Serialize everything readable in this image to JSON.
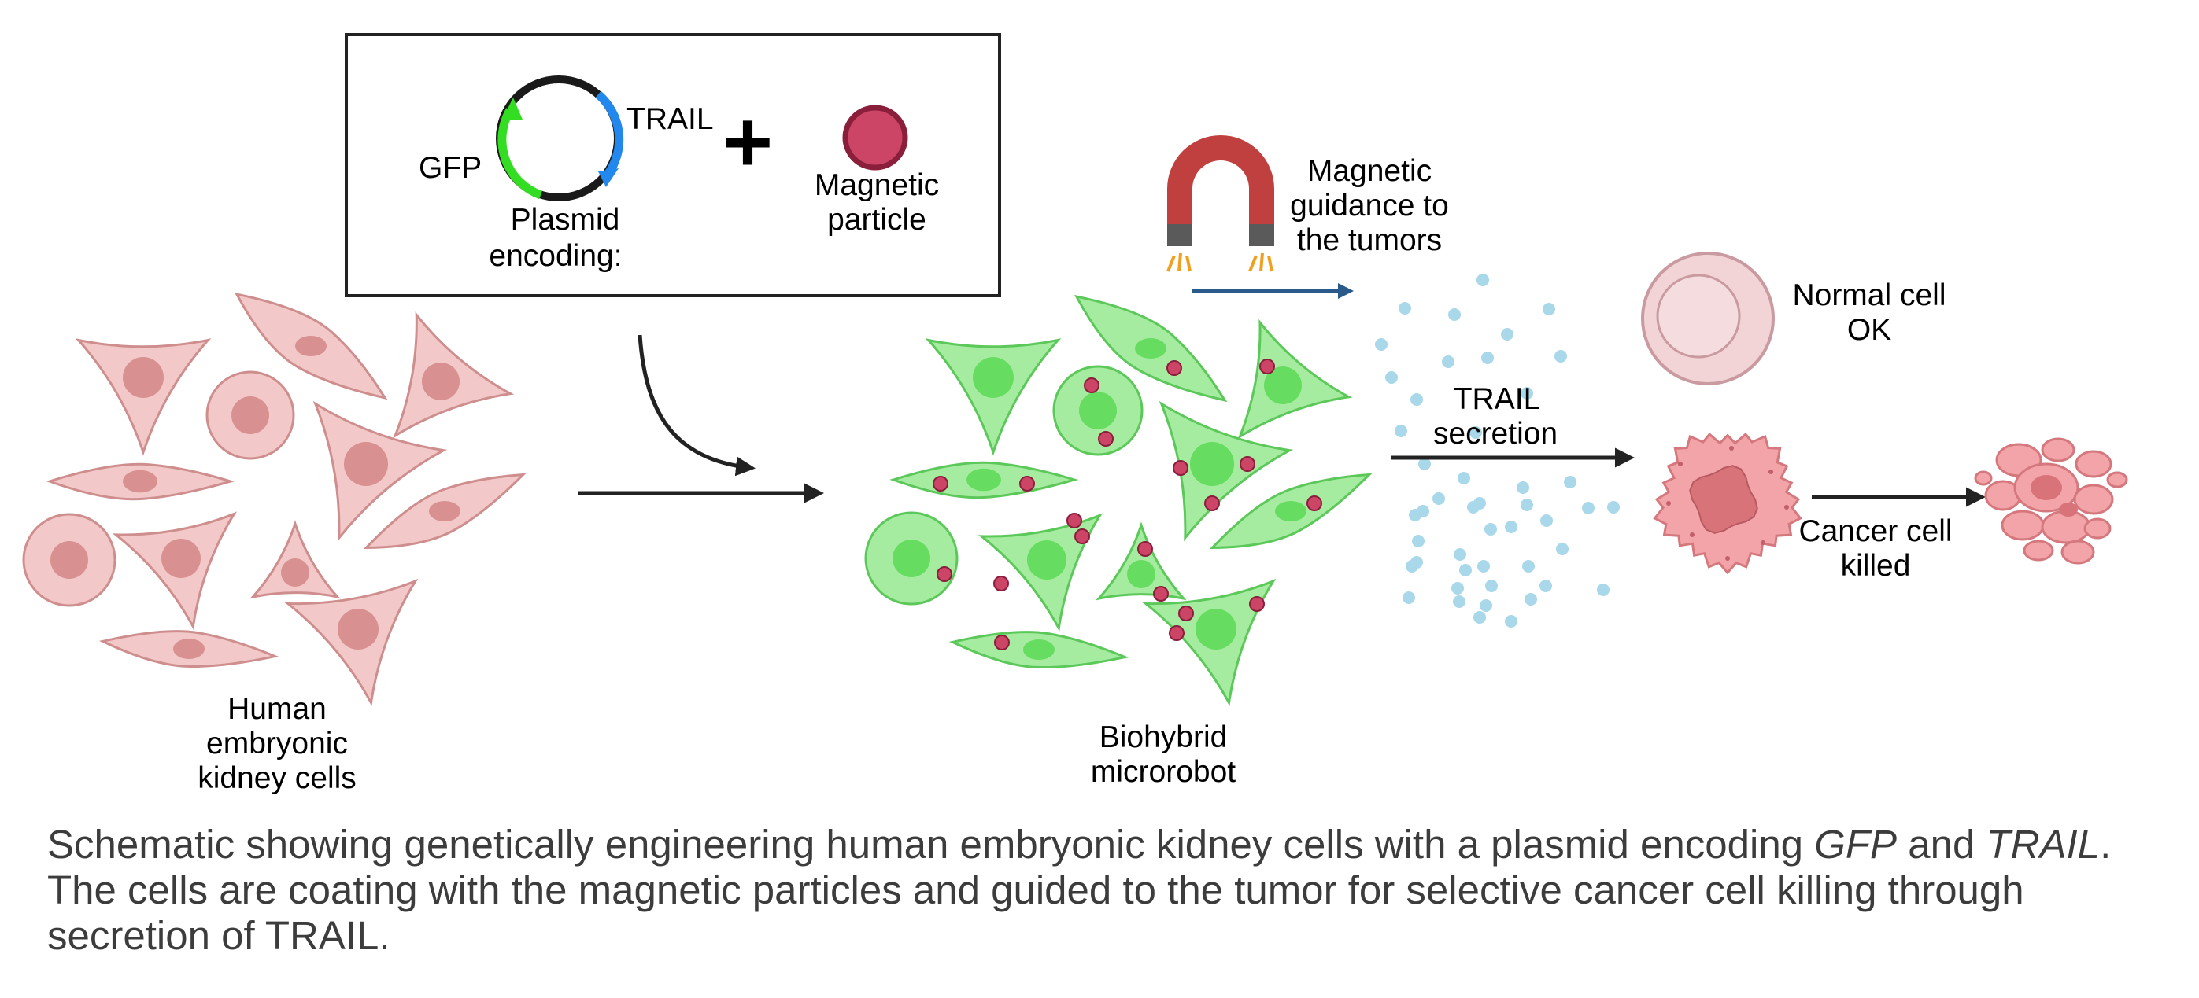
{
  "plasmid_box": {
    "gfp_label": "GFP",
    "trail_label": "TRAIL",
    "plasmid_line1": "Plasmid",
    "plasmid_line2": "encoding:",
    "plus_sign": "+",
    "particle_line1": "Magnetic",
    "particle_line2": "particle"
  },
  "hek_label": [
    "Human",
    "embryonic",
    "kidney cells"
  ],
  "microrobot_label": [
    "Biohybrid",
    "microrobot"
  ],
  "magnet_label": [
    "Magnetic",
    "guidance to",
    "the tumors"
  ],
  "trail_secretion_label": [
    "TRAIL",
    "secretion"
  ],
  "normal_cell_label": [
    "Normal cell",
    "OK"
  ],
  "cancer_label": [
    "Cancer cell",
    "killed"
  ],
  "caption": {
    "part1": "Schematic showing genetically engineering human embryonic kidney cells with a plasmid encoding ",
    "gfp": "GFP",
    "part2": " and ",
    "trail": "TRAIL",
    "part3": ". The cells are coating with the magnetic particles and guided to the tumor for selective cancer cell killing through secretion of TRAIL."
  },
  "colors": {
    "hek_fill": "#f2c8c8",
    "hek_stroke": "#cf8e8e",
    "hek_nucleus": "#d89090",
    "robot_fill": "#a6eca0",
    "robot_stroke": "#5cc85a",
    "robot_nucleus": "#66dc60",
    "particle": "#cc4466",
    "trail_dot": "#a9d8ea",
    "gfp_arc": "#33dd22",
    "trail_arc": "#2288ee",
    "magnet_red": "#c0403f",
    "cancer_fill": "#f3a4a8",
    "normal_fill": "#f2d4d6"
  }
}
